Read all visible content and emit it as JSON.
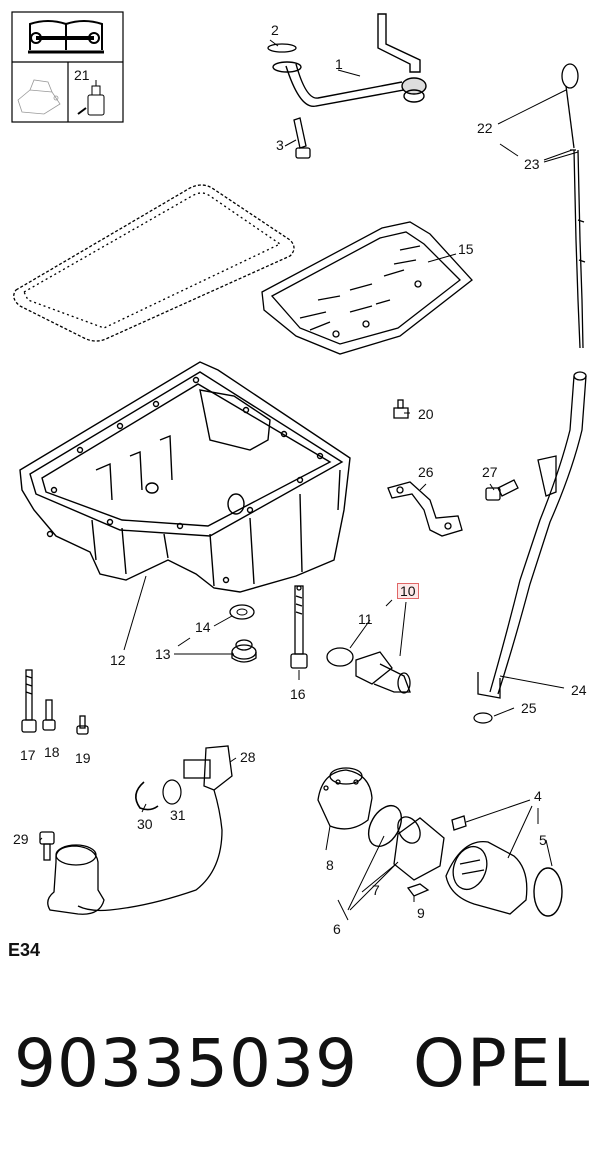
{
  "diagram": {
    "diagram_code": "E34",
    "part_number": "90335039",
    "brand": "OPEL",
    "legend_box_item": "21",
    "highlighted_callout": "10",
    "callouts": [
      "1",
      "2",
      "3",
      "4",
      "5",
      "6",
      "7",
      "8",
      "9",
      "10",
      "11",
      "12",
      "13",
      "14",
      "15",
      "16",
      "17",
      "18",
      "19",
      "20",
      "22",
      "23",
      "24",
      "25",
      "26",
      "27",
      "28",
      "29",
      "30",
      "31"
    ]
  }
}
